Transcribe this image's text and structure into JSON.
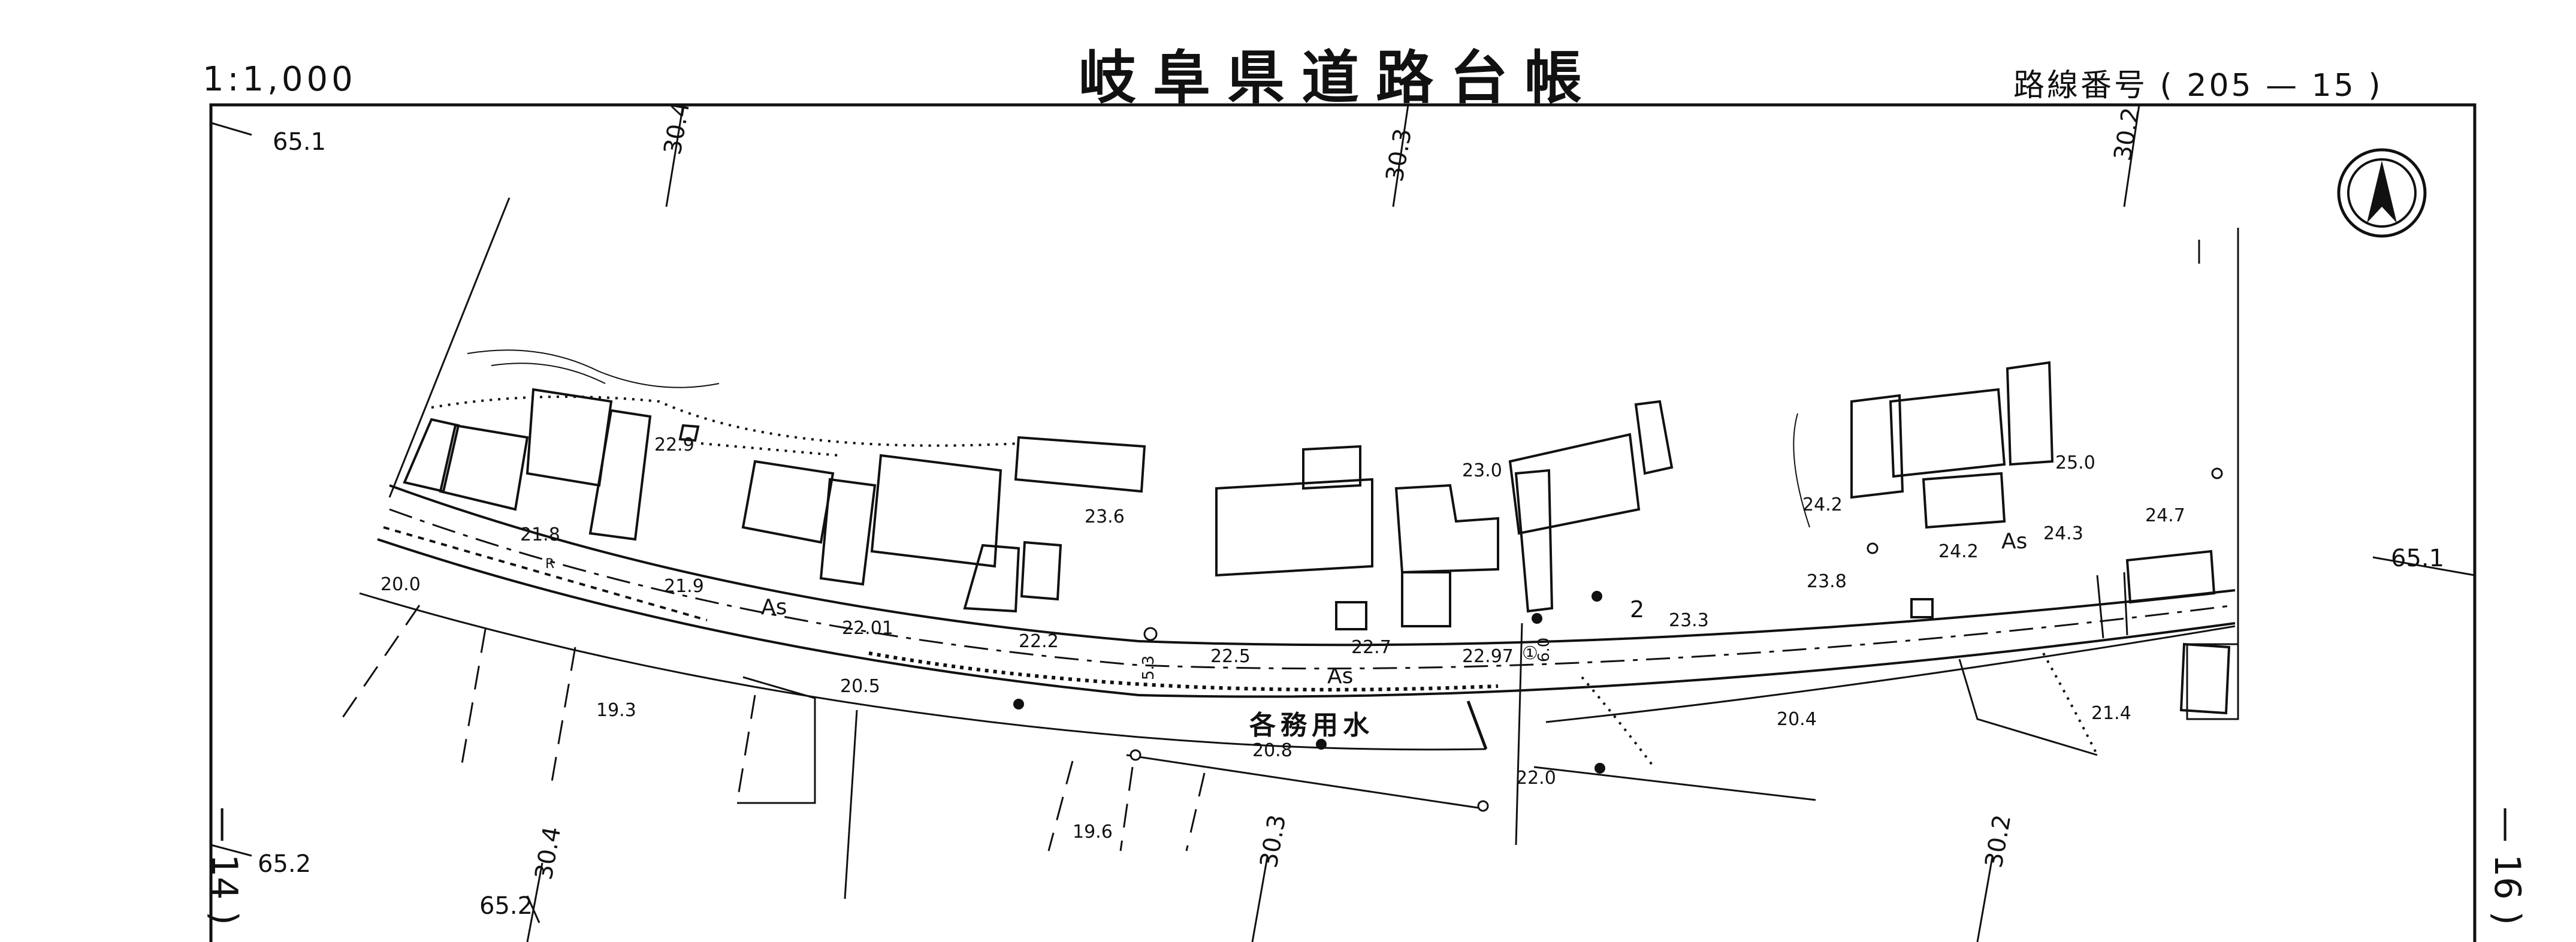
{
  "header": {
    "scale": "1:1,000",
    "title": "岐阜県道路台帳",
    "route_label": "路線番号",
    "route_number": "( 205 — 15 )"
  },
  "adjacent_sheets": {
    "left": "— 14 )",
    "right": "— 16 )"
  },
  "map": {
    "grid_labels": {
      "top_a": "30.4",
      "top_b": "30.3",
      "top_c": "30.2",
      "bottom_a": "30.4",
      "bottom_b": "30.3",
      "bottom_c": "30.2",
      "left_top": "65.1",
      "left_bottom": "65.2",
      "left_bottom2": "65.2",
      "right": "65.1"
    },
    "elevations": [
      "22.9",
      "21.8",
      "21.9",
      "20.0",
      "22.01",
      "20.5",
      "19.3",
      "22.2",
      "22.5",
      "22.7",
      "23.6",
      "23.0",
      "22.97",
      "20.8",
      "22.0",
      "19.6",
      "24.2",
      "25.0",
      "24.2",
      "24.3",
      "24.7",
      "23.8",
      "23.3",
      "20.4",
      "21.4"
    ],
    "labels": {
      "waterway": "各務用水",
      "pavement_1": "As",
      "pavement_2": "As",
      "pavement_3": "As",
      "route_marker": "2",
      "road_r": "R",
      "node_1": "①",
      "width": "6.0",
      "width2": "5.3"
    }
  },
  "icons": {
    "north_arrow": "north-arrow-icon"
  }
}
